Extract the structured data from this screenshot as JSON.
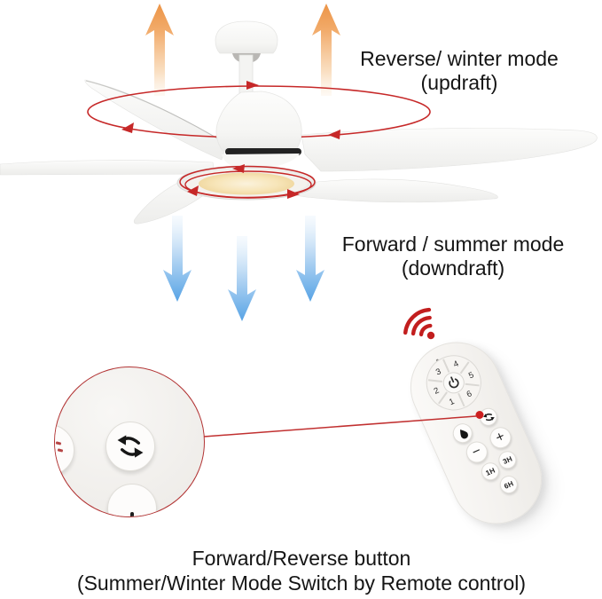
{
  "annotations": {
    "reverse_mode": {
      "line1": "Reverse/ winter mode",
      "line2": "(updraft)"
    },
    "forward_mode": {
      "line1": "Forward / summer mode",
      "line2": "(downdraft)"
    },
    "caption": {
      "line1": "Forward/Reverse button",
      "line2": "(Summer/Winter Mode Switch by Remote control)"
    }
  },
  "remote": {
    "speed_buttons": [
      "1",
      "2",
      "3",
      "4",
      "5",
      "6"
    ],
    "plus_label": "+",
    "minus_label": "−",
    "timer_buttons": {
      "t1h": "1H",
      "t3h": "3H",
      "t6h": "6H"
    },
    "icons": {
      "signal": "wifi-signal-icon",
      "power": "power-icon",
      "reverse": "swap-arrows-icon",
      "light": "water-drop-icon"
    }
  },
  "colors": {
    "annotation_red": "#c62828",
    "updraft_orange": "#ee9c50",
    "downdraft_blue": "#5fa8e6",
    "light_warm": "#f5dfa8",
    "text": "#1b1b1b"
  }
}
